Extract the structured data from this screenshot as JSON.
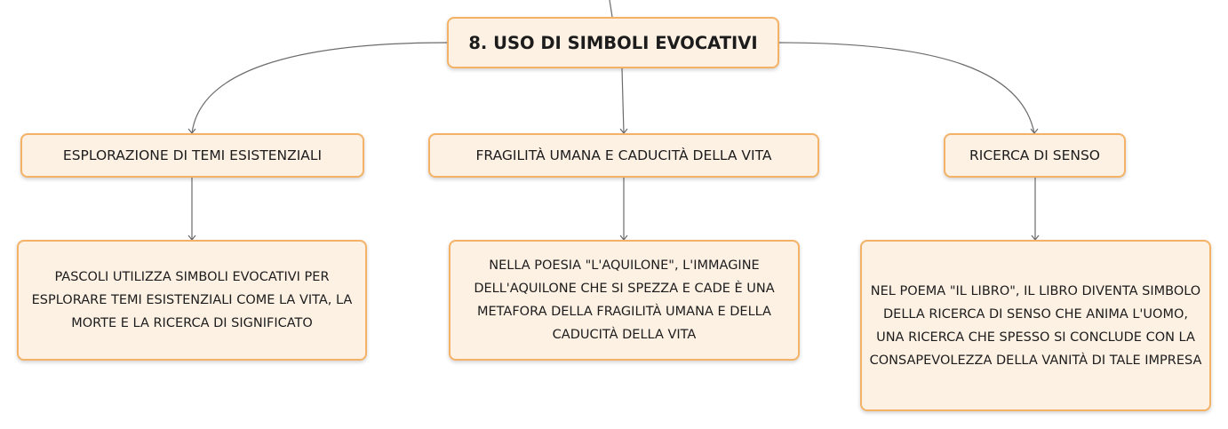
{
  "diagram": {
    "main": {
      "label": "8. USO DI SIMBOLI EVOCATIVI"
    },
    "topics": [
      {
        "label": "ESPLORAZIONE DI TEMI ESISTENZIALI",
        "description": "PASCOLI UTILIZZA SIMBOLI EVOCATIVI PER ESPLORARE TEMI ESISTENZIALI COME LA VITA, LA MORTE E LA RICERCA DI SIGNIFICATO"
      },
      {
        "label": "FRAGILITÀ UMANA E CADUCITÀ DELLA VITA",
        "description": "NELLA POESIA \"L'AQUILONE\", L'IMMAGINE DELL'AQUILONE CHE SI SPEZZA E CADE È UNA METAFORA DELLA FRAGILITÀ UMANA E DELLA CADUCITÀ DELLA VITA"
      },
      {
        "label": "RICERCA DI SENSO",
        "description": "NEL POEMA \"IL LIBRO\", IL LIBRO DIVENTA SIMBOLO DELLA RICERCA DI SENSO CHE ANIMA L'UOMO, UNA RICERCA CHE SPESSO SI CONCLUDE CON LA CONSAPEVOLEZZA DELLA VANITÀ DI TALE IMPRESA"
      }
    ],
    "colors": {
      "node_fill": "#fdf1e4",
      "node_border": "#f4b266",
      "connector": "#6b6b6b",
      "text": "#1c1c1c"
    }
  }
}
